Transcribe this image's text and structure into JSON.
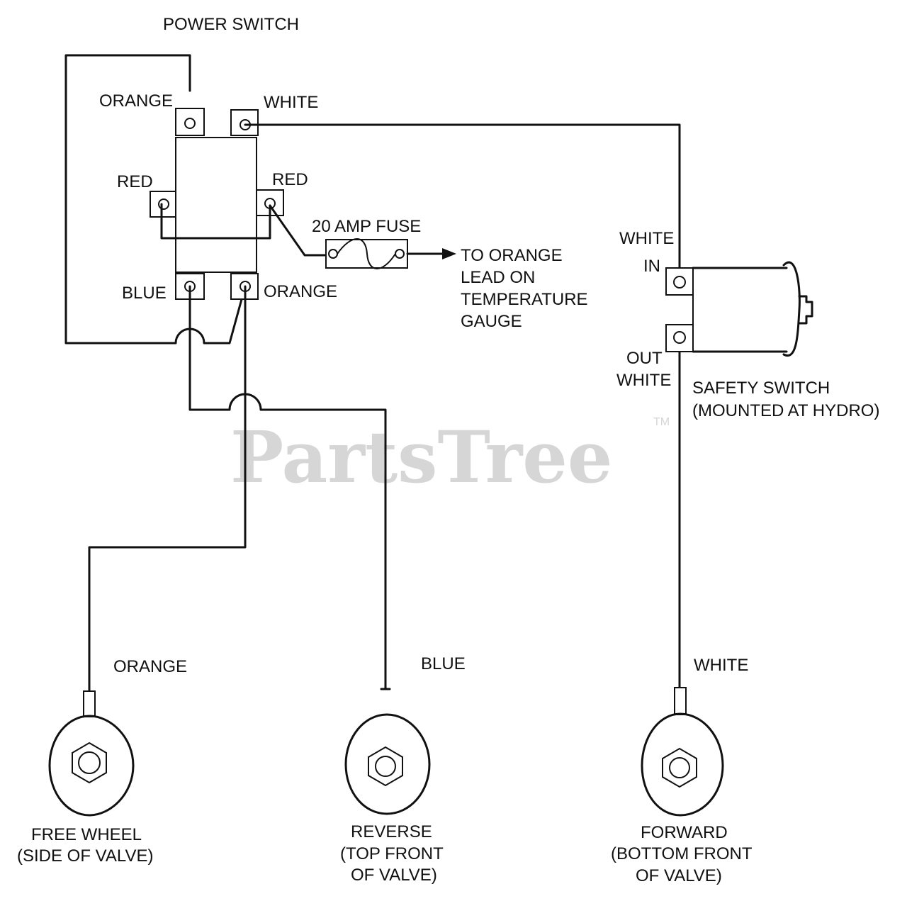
{
  "watermark": {
    "text": "PartsTree",
    "tm": "TM"
  },
  "power_switch": {
    "title": "POWER SWITCH",
    "terminal_top_left": "ORANGE",
    "terminal_top_right": "WHITE",
    "terminal_mid_left": "RED",
    "terminal_mid_right": "RED",
    "terminal_bottom_left": "BLUE",
    "terminal_bottom_right": "ORANGE"
  },
  "fuse": {
    "label": "20 AMP FUSE",
    "destination": [
      "TO ORANGE",
      "LEAD ON",
      "TEMPERATURE",
      "GAUGE"
    ]
  },
  "safety_switch": {
    "in_wire": "WHITE",
    "in_label": "IN",
    "out_label": "OUT",
    "out_wire": "WHITE",
    "name": [
      "SAFETY SWITCH",
      "(MOUNTED AT HYDRO)"
    ]
  },
  "solenoids": {
    "free_wheel": {
      "wire": "ORANGE",
      "label": [
        "FREE WHEEL",
        "(SIDE OF VALVE)"
      ]
    },
    "reverse": {
      "wire": "BLUE",
      "label": [
        "REVERSE",
        "(TOP FRONT",
        "OF VALVE)"
      ]
    },
    "forward": {
      "wire": "WHITE",
      "label": [
        "FORWARD",
        "(BOTTOM FRONT",
        "OF VALVE)"
      ]
    }
  }
}
